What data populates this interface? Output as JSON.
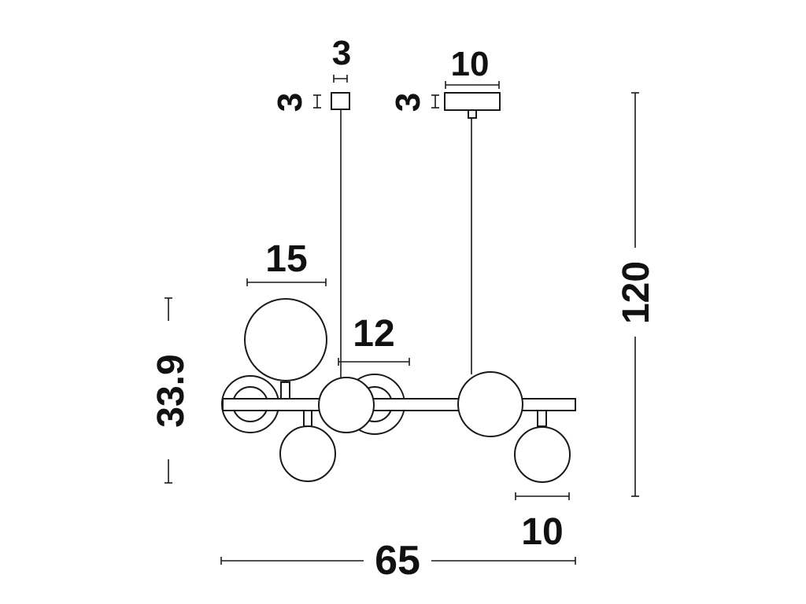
{
  "dimensions": {
    "small_canopy_width": "3",
    "small_canopy_height": "3",
    "large_canopy_width": "10",
    "large_canopy_height": "3",
    "large_globe_diameter": "15",
    "mid_globe_diameter": "12",
    "small_globe_diameter": "10",
    "fixture_height": "33.9",
    "overall_height": "120",
    "overall_width": "65"
  }
}
